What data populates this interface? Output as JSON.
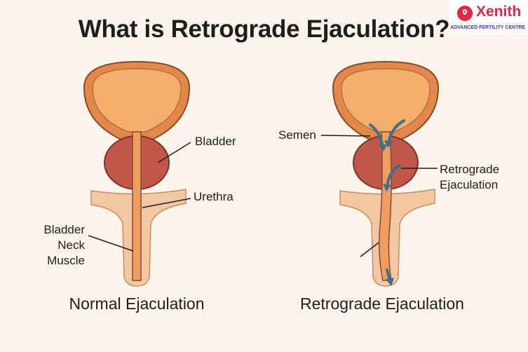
{
  "title": "What is Retrograde Ejaculation?",
  "logo": {
    "name": "Xenith",
    "tagline": "ADVANCED FERTILITY CENTRE"
  },
  "normal": {
    "caption": "Normal Ejaculation",
    "labels": {
      "bladder": "Bladder",
      "urethra": "Urethra",
      "neck_1": "Bladder",
      "neck_2": "Neck",
      "neck_3": "Muscle"
    }
  },
  "retrograde": {
    "caption": "Retrograde Ejaculation",
    "labels": {
      "semen": "Semen",
      "retro_1": "Retrograde",
      "retro_2": "Ejaculation"
    }
  },
  "colors": {
    "bladder_outer": "#e1884a",
    "bladder_inner": "#f2ad6f",
    "prostate": "#c0574a",
    "tissue": "#f4c7a3",
    "arrow": "#3f6f8f",
    "background": "#fbf4eb"
  }
}
